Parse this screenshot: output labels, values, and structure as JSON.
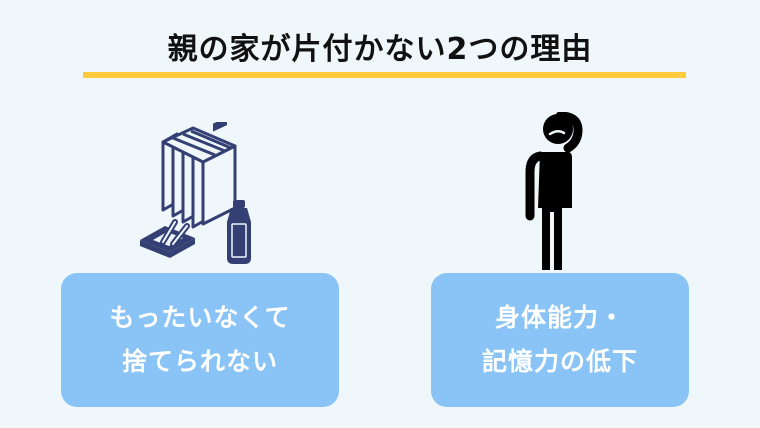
{
  "title": "親の家が片付かない2つの理由",
  "colors": {
    "background": "#eff7fb",
    "underline": "#ffcb3d",
    "card": "#8ac3f5",
    "card_text": "#ffffff",
    "icon_navy": "#343f73",
    "icon_black": "#000000"
  },
  "reasons": [
    {
      "icon": "books-bottle-clutter-icon",
      "lines": [
        "もったいなくて",
        "捨てられない"
      ]
    },
    {
      "icon": "confused-person-icon",
      "lines": [
        "身体能力・",
        "記憶力の低下"
      ]
    }
  ]
}
